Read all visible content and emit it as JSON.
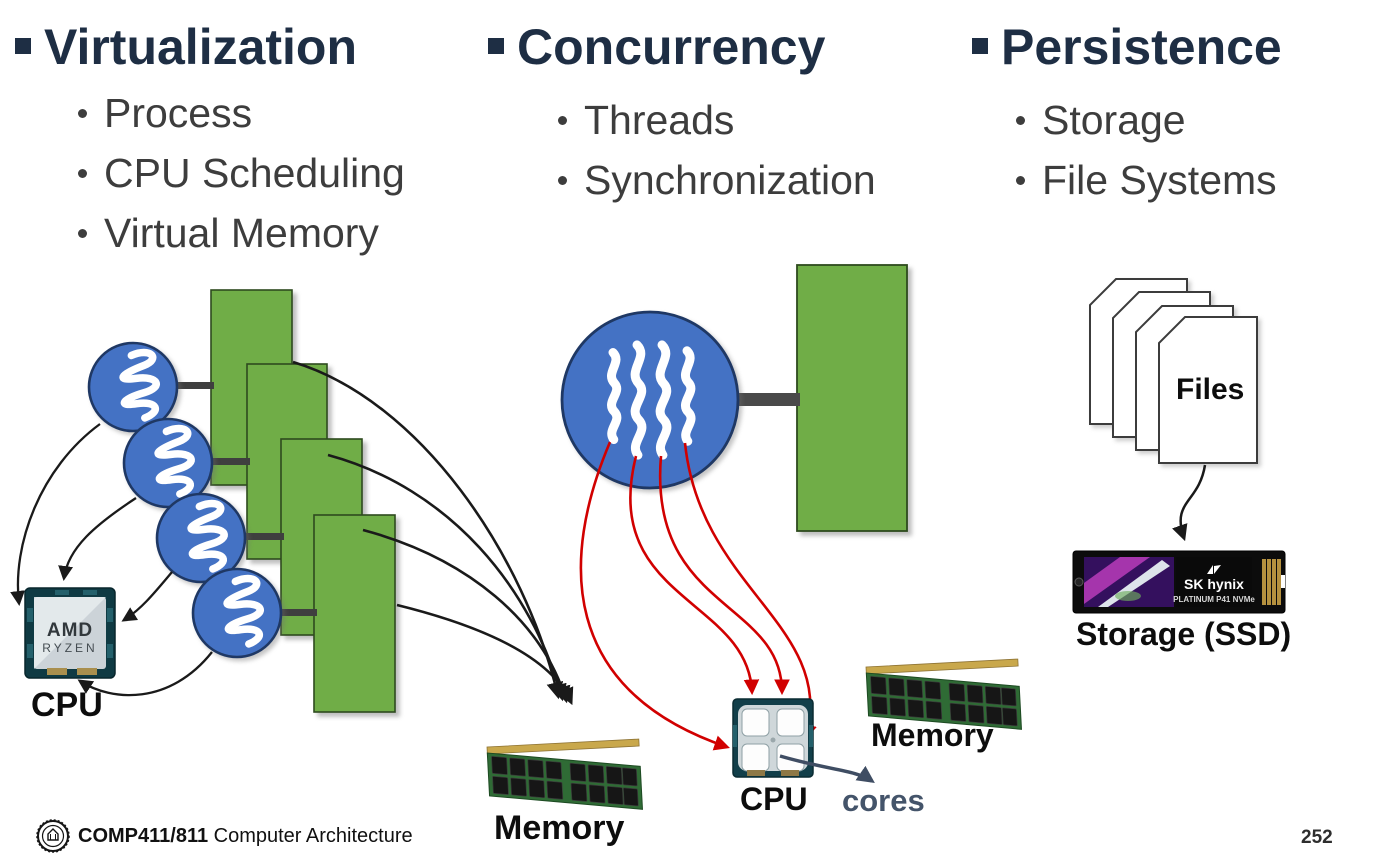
{
  "slide": {
    "page_number": "252"
  },
  "footer": {
    "course_code": "COMP411/811",
    "course_name": "Computer Architecture"
  },
  "columns": [
    {
      "heading": "Virtualization",
      "items": [
        "Process",
        "CPU Scheduling",
        "Virtual Memory"
      ]
    },
    {
      "heading": "Concurrency",
      "items": [
        "Threads",
        "Synchronization"
      ]
    },
    {
      "heading": "Persistence",
      "items": [
        "Storage",
        "File Systems"
      ]
    }
  ],
  "virtualization_diagram": {
    "cpu_label": "CPU",
    "memory_label": "Memory",
    "chip_brand": "AMD",
    "chip_model": "RYZEN",
    "process_count": 4,
    "address_space_count": 4
  },
  "concurrency_diagram": {
    "cpu_label": "CPU",
    "cores_label": "cores",
    "memory_label": "Memory",
    "thread_count": 4
  },
  "persistence_diagram": {
    "files_label": "Files",
    "storage_label": "Storage (SSD)",
    "ssd_brand": "SK hynix",
    "ssd_model": "PLATINUM P41 NVMe",
    "file_count": 4
  },
  "colors": {
    "heading": "#1e2e44",
    "body_text": "#3d3d3d",
    "process_green": "#70ad47",
    "thread_blue": "#4472c4",
    "thread_outline": "#1f3864",
    "arrow_black": "#1a1a1a",
    "arrow_red": "#d10000",
    "cores_slate": "#44546a"
  }
}
